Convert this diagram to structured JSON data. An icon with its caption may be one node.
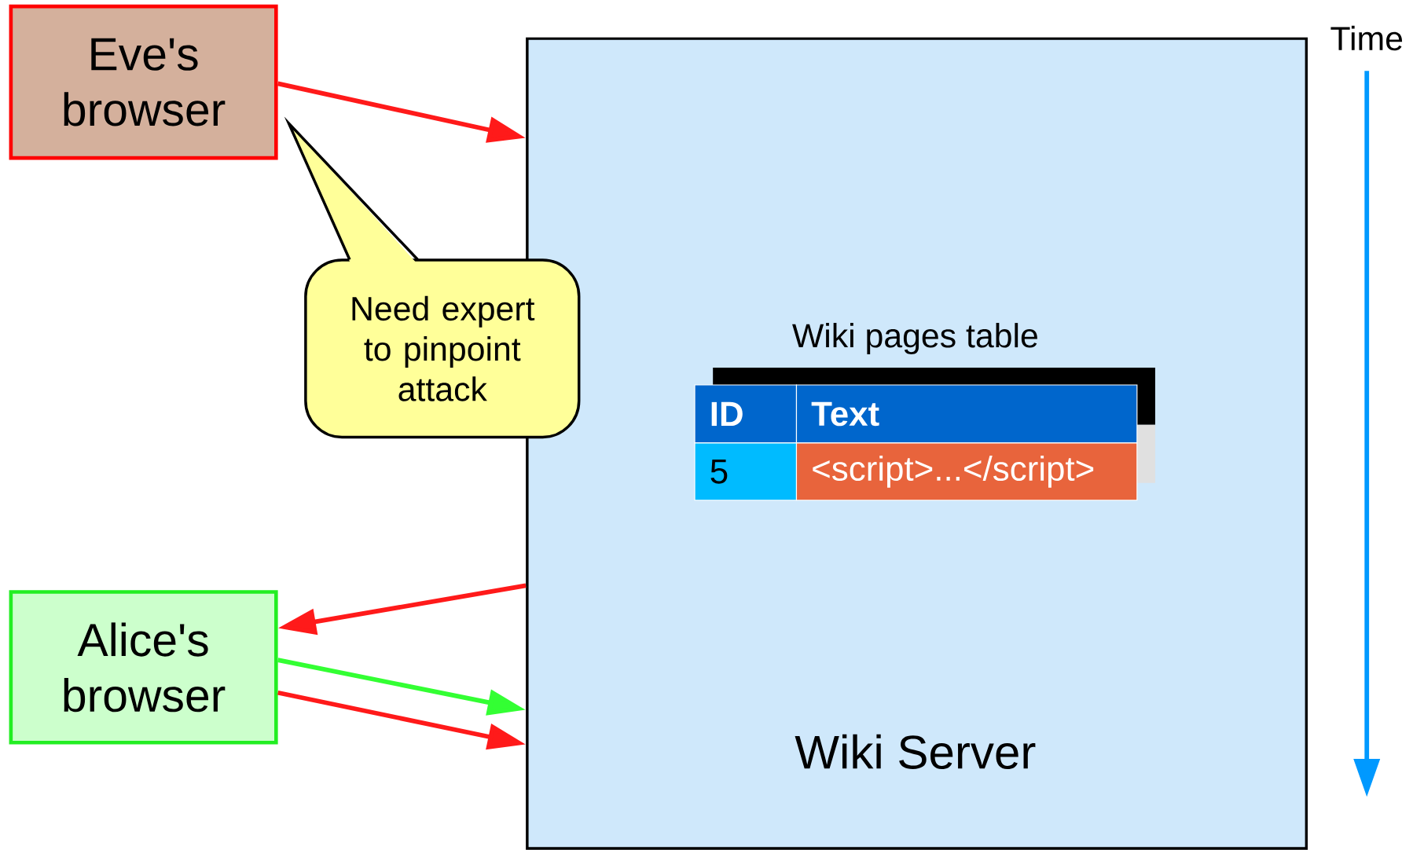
{
  "diagram": {
    "nodes": [
      {
        "text": [
          "Eve's browser"
        ]
      },
      {
        "text": [
          "Alice's browser"
        ]
      },
      {
        "text": [
          "Wiki Server"
        ]
      },
      {
        "text": [
          "Need expert to pinpoint attack"
        ]
      }
    ],
    "edges": [
      {
        "from": 0,
        "to": 2,
        "arrow": "to"
      },
      {
        "from": 2,
        "to": 1,
        "arrow": "to"
      },
      {
        "from": 1,
        "to": 2,
        "arrow": "to",
        "color": "#33ff33"
      },
      {
        "from": 1,
        "to": 2,
        "arrow": "to"
      }
    ],
    "labels": [
      "Time",
      "Wiki pages table",
      "ID",
      "Text",
      "5",
      "<script>...</script>"
    ]
  }
}
